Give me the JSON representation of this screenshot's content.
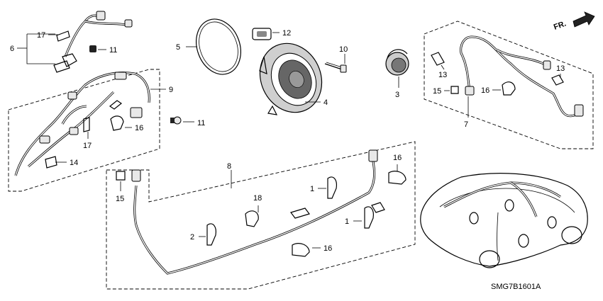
{
  "diagram_code": "SMG7B1601A",
  "direction_label": "FR.",
  "callouts": {
    "c1a": "1",
    "c1b": "1",
    "c2": "2",
    "c3": "3",
    "c4": "4",
    "c5": "5",
    "c6": "6",
    "c7": "7",
    "c8": "8",
    "c9": "9",
    "c10": "10",
    "c11a": "11",
    "c11b": "11",
    "c12": "12",
    "c13a": "13",
    "c13b": "13",
    "c14": "14",
    "c15a": "15",
    "c15b": "15",
    "c16a": "16",
    "c16b": "16",
    "c16c": "16",
    "c16d": "16",
    "c17a": "17",
    "c17b": "17",
    "c18": "18"
  }
}
